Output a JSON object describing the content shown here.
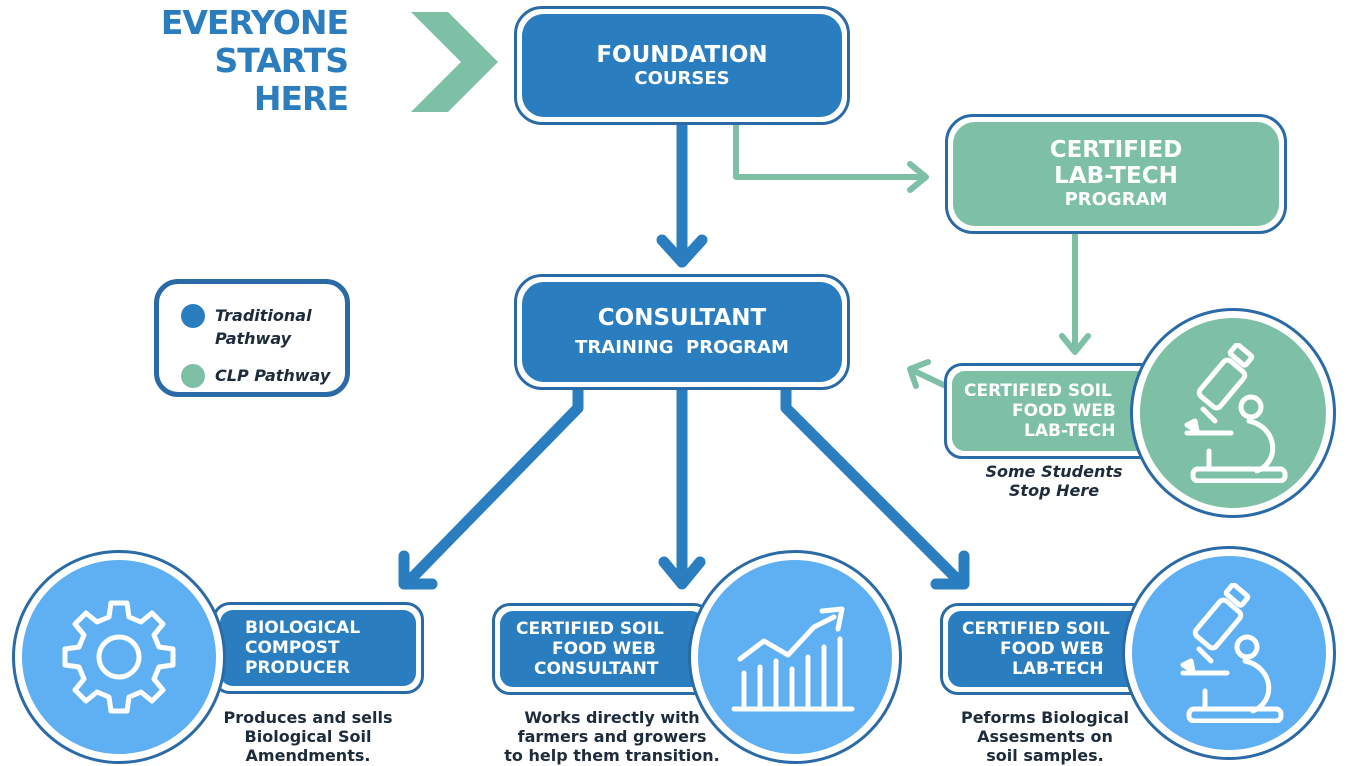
{
  "start": {
    "lines": [
      "EVERYONE",
      "STARTS",
      "HERE"
    ]
  },
  "foundation": {
    "line1": "FOUNDATION",
    "line2": "COURSES"
  },
  "labtech_program": {
    "line1": "CERTIFIED",
    "line2": "LAB-TECH",
    "line3": "PROGRAM"
  },
  "consultant": {
    "line1": "CONSULTANT",
    "line2": "TRAINING  PROGRAM"
  },
  "legend": {
    "traditional": {
      "label": "Traditional Pathway",
      "color": "#2a7dbe"
    },
    "clp": {
      "label": "CLP Pathway",
      "color": "#7ec0a6"
    }
  },
  "lab_tech_green": {
    "lines": [
      "CERTIFIED SOIL",
      "FOOD WEB",
      "LAB-TECH"
    ],
    "caption": [
      "Some Students",
      "Stop Here"
    ],
    "icon": "microscope-icon"
  },
  "outcomes": {
    "compost": {
      "lines": [
        "BIOLOGICAL",
        "COMPOST",
        "PRODUCER"
      ],
      "caption": [
        "Produces and sells",
        "Biological Soil",
        "Amendments."
      ],
      "icon": "gear-icon"
    },
    "consultant": {
      "lines": [
        "CERTIFIED SOIL",
        "FOOD WEB",
        "CONSULTANT"
      ],
      "caption": [
        "Works directly with",
        "farmers and growers",
        "to help them transition."
      ],
      "icon": "growth-chart-icon"
    },
    "labtech": {
      "lines": [
        "CERTIFIED SOIL",
        "FOOD WEB",
        "LAB-TECH"
      ],
      "caption": [
        "Peforms Biological",
        "Assesments on",
        "soil samples."
      ],
      "icon": "microscope-icon"
    }
  },
  "colors": {
    "blue": "#2a7dbe",
    "dark_blue": "#2a6aa6",
    "green": "#7ec0a6",
    "light_blue": "#5fb0f2",
    "text": "#1d2b3a"
  }
}
